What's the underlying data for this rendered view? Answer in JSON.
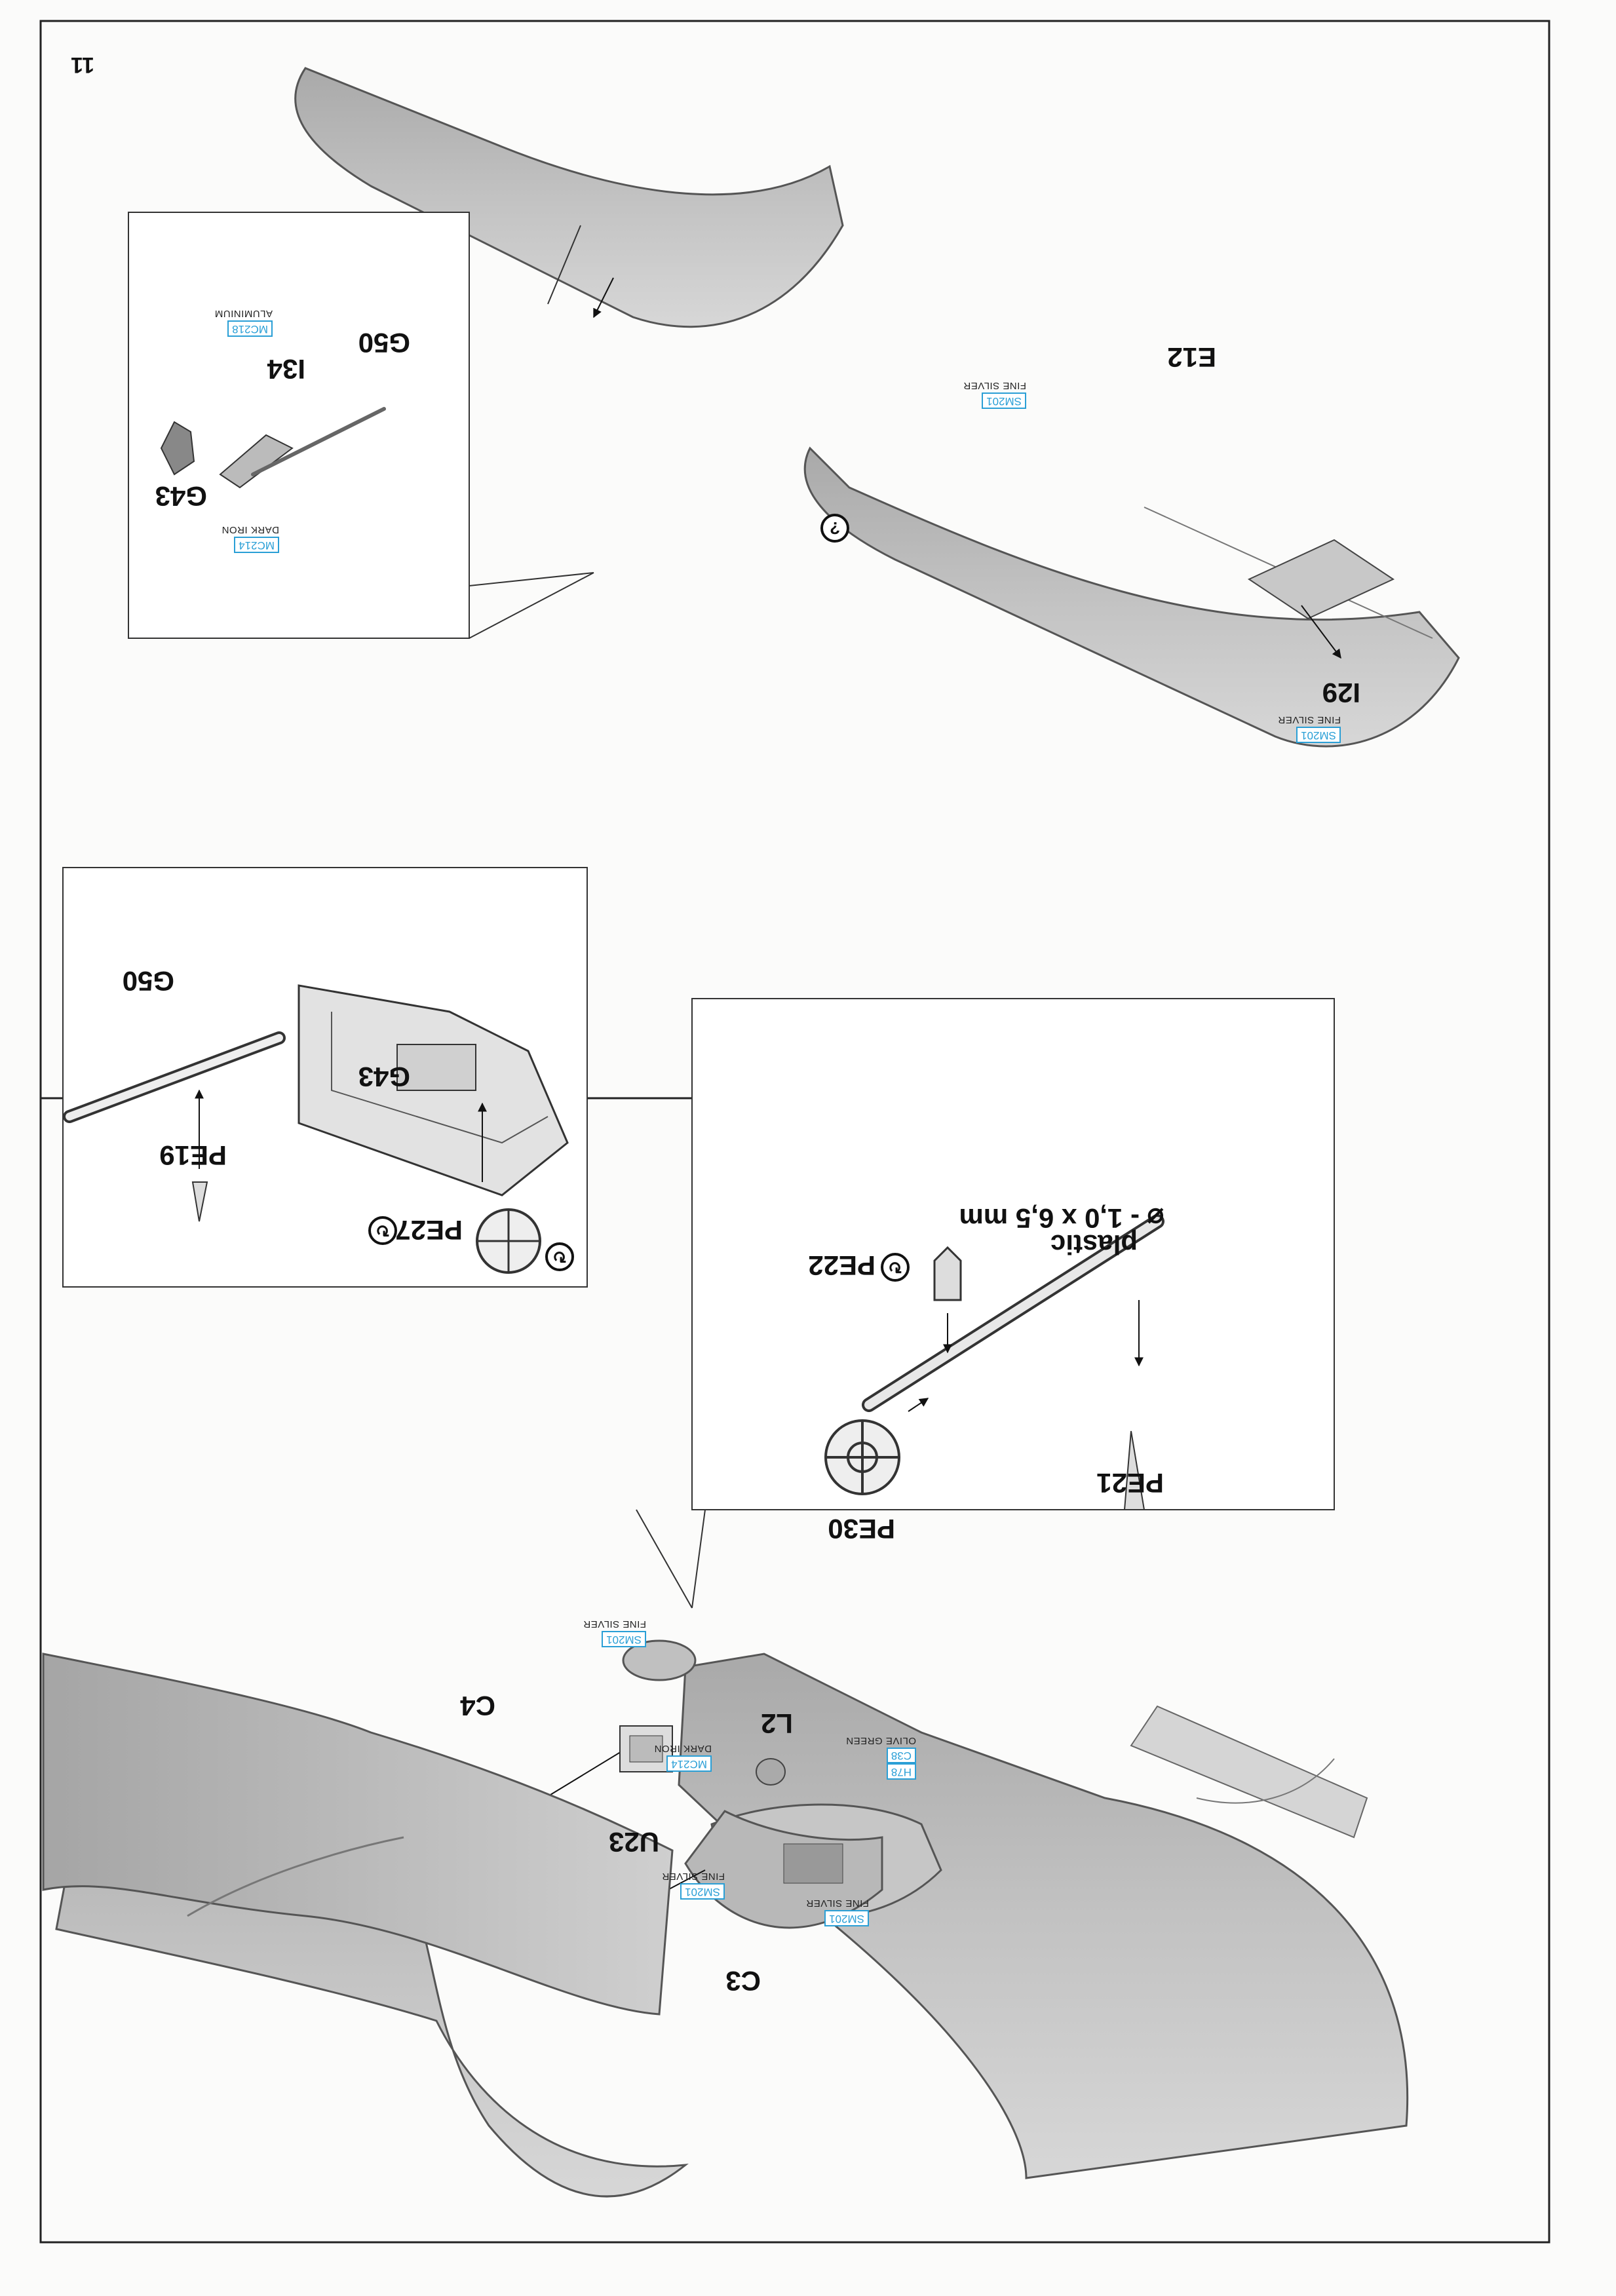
{
  "page": {
    "number": "11"
  },
  "colors": {
    "paint_code_blue": "#2a9fd6",
    "aircraft_grey": "#bcbcbc",
    "line": "#222222"
  },
  "steps": {
    "nose": {
      "parts": [
        "C4",
        "L2",
        "C3"
      ],
      "paints": [
        {
          "code": "SM201",
          "name": "FINE SILVER"
        },
        {
          "code": "H78",
          "code2": "C38",
          "name": "OLIVE GREEN"
        },
        {
          "code": "SM201",
          "name": "FINE SILVER"
        }
      ]
    },
    "tail": {
      "parts": [
        "U23"
      ],
      "paints": [
        {
          "code": "SM201",
          "name": "FINE SILVER"
        },
        {
          "code": "MC214",
          "name": "DARK IRON"
        }
      ]
    },
    "tailwheel_detail": {
      "parts": [
        "PE22",
        "PE21",
        "PE30"
      ],
      "note_line1": "⌀ - 1,0 x 6,5 mm",
      "note_line2": "plastic"
    },
    "wheel_detail": {
      "parts": [
        "PE27",
        "G43",
        "PE19",
        "G50"
      ]
    },
    "fuselage": {
      "parts": [
        "I29",
        "E12"
      ],
      "paints": [
        {
          "code": "SM201",
          "name": "FINE SILVER"
        },
        {
          "code": "SM201",
          "name": "FINE SILVER"
        }
      ]
    },
    "fuselage_inset": {
      "parts": [
        "G43",
        "I34",
        "G50"
      ],
      "paints": [
        {
          "code": "MC214",
          "name": "DARK IRON"
        },
        {
          "code": "MC218",
          "name": "ALUMINIUM"
        }
      ]
    }
  },
  "icons": {
    "bend_symbol": "bend-icon",
    "optional_symbol": "question-icon"
  }
}
